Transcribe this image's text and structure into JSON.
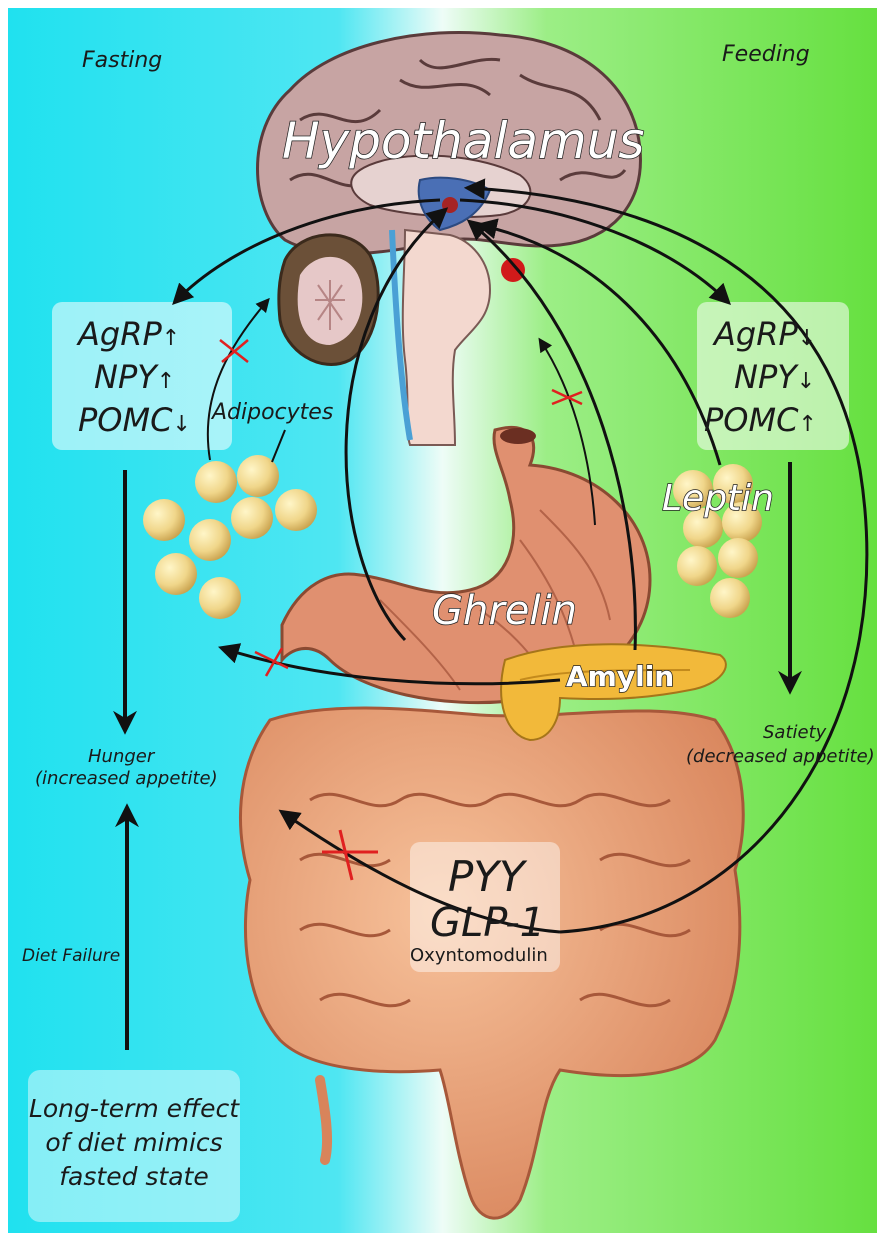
{
  "header": {
    "fasting": "Fasting",
    "feeding": "Feeding"
  },
  "brain": {
    "label": "Hypothalamus"
  },
  "left_box": {
    "rows": [
      {
        "name": "AgRP",
        "arrow": "↑"
      },
      {
        "name": "NPY",
        "arrow": "↑"
      },
      {
        "name": "POMC",
        "arrow": "↓"
      }
    ]
  },
  "right_box": {
    "rows": [
      {
        "name": "AgRP",
        "arrow": "↓"
      },
      {
        "name": "NPY",
        "arrow": "↓"
      },
      {
        "name": "POMC",
        "arrow": "↑"
      }
    ]
  },
  "hormones": {
    "adipocytes": "Adipocytes",
    "leptin": "Leptin",
    "ghrelin": "Ghrelin",
    "amylin": "Amylin",
    "pyy": "PYY",
    "glp1": "GLP-1",
    "oxyntomodulin": "Oxyntomodulin"
  },
  "outcomes": {
    "hunger_line1": "Hunger",
    "hunger_line2": "(increased appetite)",
    "satiety_line1": "Satiety",
    "satiety_line2": "(decreased appetite)",
    "diet_failure": "Diet Failure",
    "longterm_line1": "Long-term effect",
    "longterm_line2": "of diet mimics",
    "longterm_line3": "fasted state"
  },
  "colors": {
    "fasting_bg": "#22e3ee",
    "feeding_bg": "#6fe24a",
    "block_mark": "#e02020",
    "arrow": "#111111"
  }
}
